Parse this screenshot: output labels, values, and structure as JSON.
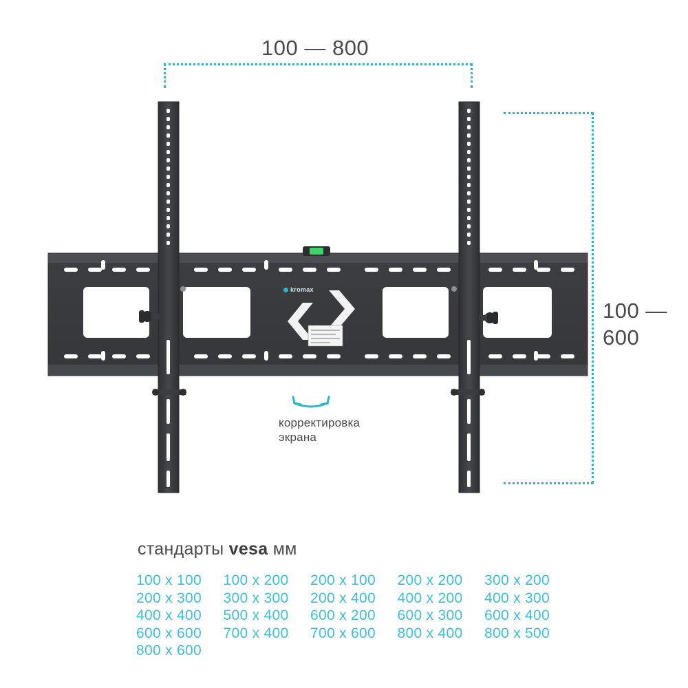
{
  "dimensions": {
    "width_range": "100 — 800",
    "height_range_line1": "100 —",
    "height_range_line2": "600"
  },
  "tilt_caption": {
    "line1": "корректировка",
    "line2": "экрана"
  },
  "brand": {
    "logo_text": "kromax"
  },
  "vesa": {
    "title_prefix": "стандарты",
    "title_bold": "vesa",
    "title_suffix": "мм",
    "sizes": [
      "100 x 100",
      "100 x 200",
      "200 x 100",
      "200 x 200",
      "300 x 200",
      "200 x 300",
      "300 x 300",
      "200 x 400",
      "400 x 200",
      "400 x 300",
      "400 x 400",
      "500 x 400",
      "600 x 200",
      "600 x 300",
      "600 x 400",
      "600 x 600",
      "700 x 400",
      "700 x 600",
      "800 x 400",
      "800 x 500",
      "800 x 600"
    ]
  },
  "colors": {
    "accent": "#28b6d6",
    "vesa_text": "#3cc0e0",
    "metal": "#3a3c3f",
    "text": "#4a4a4a",
    "bubble_level": "#3fd36b"
  }
}
